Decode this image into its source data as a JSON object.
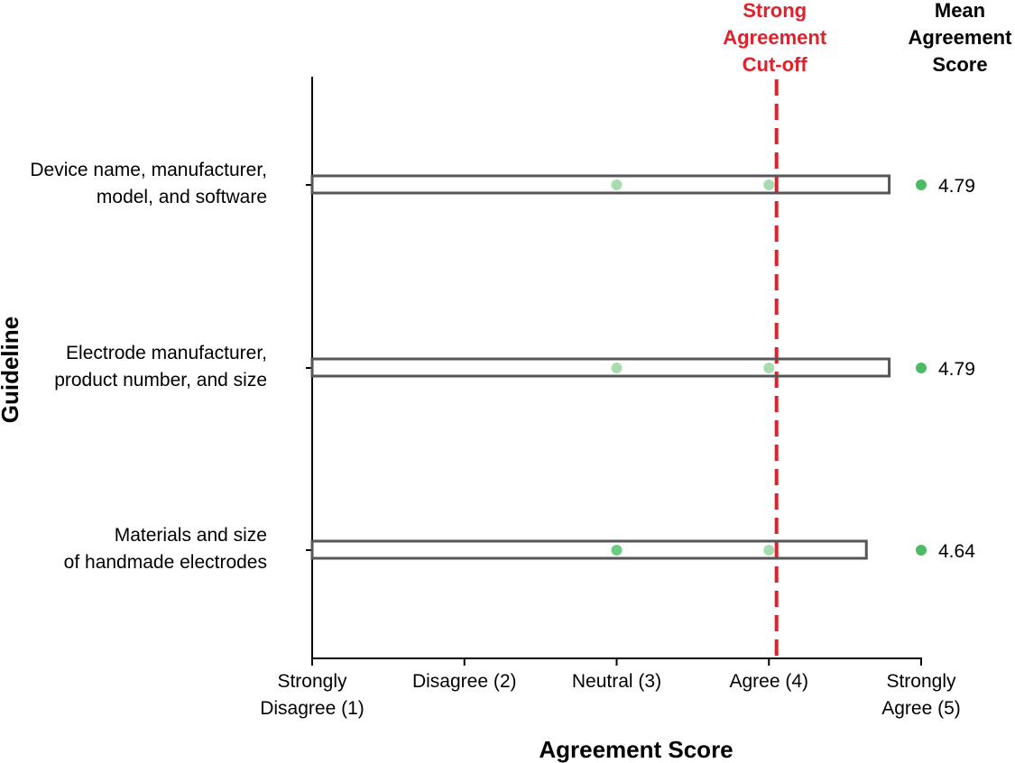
{
  "chart_data": {
    "type": "range-dot",
    "xlabel": "Agreement Score",
    "ylabel": "Guideline",
    "xlim": [
      1,
      5
    ],
    "x_ticks": [
      {
        "value": 1,
        "lines": [
          "Strongly",
          "Disagree (1)"
        ]
      },
      {
        "value": 2,
        "lines": [
          "Disagree (2)"
        ]
      },
      {
        "value": 3,
        "lines": [
          "Neutral (3)"
        ]
      },
      {
        "value": 4,
        "lines": [
          "Agree (4)"
        ]
      },
      {
        "value": 5,
        "lines": [
          "Strongly",
          "Agree (5)"
        ]
      }
    ],
    "cutoff": {
      "value": 4.05,
      "label_lines": [
        "Strong",
        "Agreement",
        "Cut-off"
      ],
      "color": "#e0202a"
    },
    "mean_column_title_lines": [
      "Mean",
      "Agreement",
      "Score"
    ],
    "guidelines": [
      {
        "label_lines": [
          "Device name, manufacturer,",
          "model, and software"
        ],
        "range": [
          1,
          4.79
        ],
        "points": [
          3,
          4
        ],
        "mean": 4.79,
        "mean_label": "4.79"
      },
      {
        "label_lines": [
          "Electrode manufacturer,",
          "product number, and size"
        ],
        "range": [
          1,
          4.79
        ],
        "points": [
          3,
          4
        ],
        "mean": 4.79,
        "mean_label": "4.79"
      },
      {
        "label_lines": [
          "Materials and size",
          "of handmade  electrodes"
        ],
        "range": [
          1,
          4.64
        ],
        "points": [
          3,
          4
        ],
        "mean": 4.64,
        "mean_label": "4.64"
      }
    ],
    "colors": {
      "bar_outline": "#55555a",
      "point_light": "#a8dcb0",
      "point_mid": "#6ccb83",
      "mean_dot": "#4dbb63",
      "axis": "#000000"
    }
  }
}
